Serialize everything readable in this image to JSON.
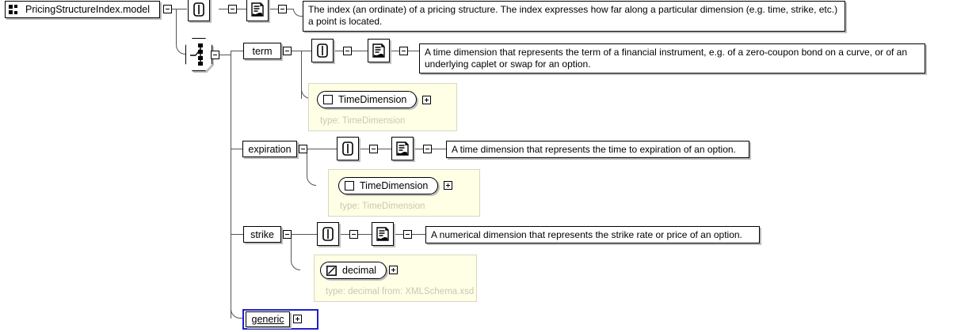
{
  "diagram": {
    "title": "PricingStructureIndex.model",
    "root": {
      "label": "PricingStructureIndex.model",
      "icon": "model-group-icon",
      "annotation_icon": "annotation-icon",
      "documentation_icon": "documentation-icon",
      "documentation": "The index (an ordinate) of a pricing structure. The index expresses how far along a particular dimension (e.g. time, strike, etc.) a point is located.",
      "expander": "-"
    },
    "group": {
      "icon": "choice-group-icon",
      "expander": "-"
    },
    "children": [
      {
        "label": "term",
        "expander": "-",
        "annotation_icon": "annotation-icon",
        "documentation_icon": "documentation-icon",
        "documentation": "A time dimension that represents the term of a financial instrument, e.g. of a zero-coupon bond on a curve, or of an underlying caplet or swap for an option.",
        "type_ref": {
          "label": "TimeDimension",
          "icon": "complex-type-icon",
          "expander": "+",
          "caption": "type: TimeDimension"
        },
        "selected": false
      },
      {
        "label": "expiration",
        "expander": "-",
        "annotation_icon": "annotation-icon",
        "documentation_icon": "documentation-icon",
        "documentation": "A time dimension that represents the time to expiration of an option.",
        "type_ref": {
          "label": "TimeDimension",
          "icon": "complex-type-icon",
          "expander": "+",
          "caption": "type: TimeDimension"
        },
        "selected": false
      },
      {
        "label": "strike",
        "expander": "-",
        "annotation_icon": "annotation-icon",
        "documentation_icon": "documentation-icon",
        "documentation": "A numerical dimension that represents the strike rate or price of an option.",
        "type_ref": {
          "label": "decimal",
          "icon": "simple-type-icon",
          "expander": "+",
          "caption": "type: decimal from: XMLSchema.xsd"
        },
        "selected": false
      },
      {
        "label": "generic",
        "expander": "+",
        "selected": true
      }
    ],
    "colors": {
      "selection_border": "#2121cc",
      "type_panel_bg": "#ffffe6",
      "type_panel_border": "#d8d8c0",
      "type_caption_text": "#c8c8b4",
      "connector_line": "#555555",
      "shadow": "#bdbdbd",
      "box_border": "#000000",
      "canvas_bg": "#ffffff"
    }
  }
}
